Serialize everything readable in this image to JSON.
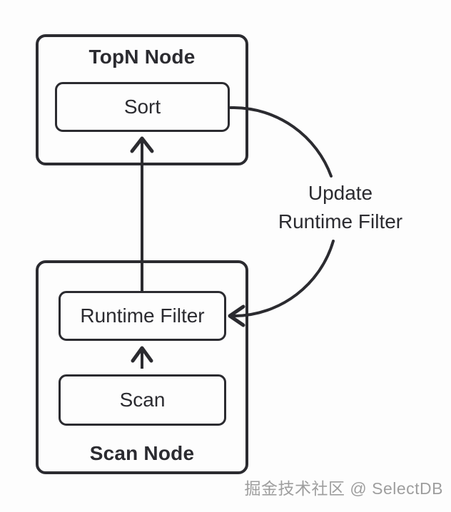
{
  "colors": {
    "stroke": "#2b2b30",
    "text": "#2b2b30",
    "watermark": "#9e9e9e",
    "background": "#fdfdfd"
  },
  "nodes": {
    "topn": {
      "title": "TopN Node",
      "operator": "Sort"
    },
    "scan": {
      "title": "Scan Node",
      "operators": [
        "Runtime Filter",
        "Scan"
      ]
    }
  },
  "annotation": {
    "line1": "Update",
    "line2": "Runtime Filter"
  },
  "arrows": [
    {
      "from": "Scan",
      "to": "Runtime Filter",
      "style": "straight-up"
    },
    {
      "from": "Runtime Filter",
      "to": "Sort",
      "style": "straight-up"
    },
    {
      "from": "Sort",
      "to": "Runtime Filter",
      "style": "curved-right",
      "label": "Update Runtime Filter"
    }
  ],
  "watermark": {
    "text": "掘金技术社区 @ SelectDB"
  }
}
